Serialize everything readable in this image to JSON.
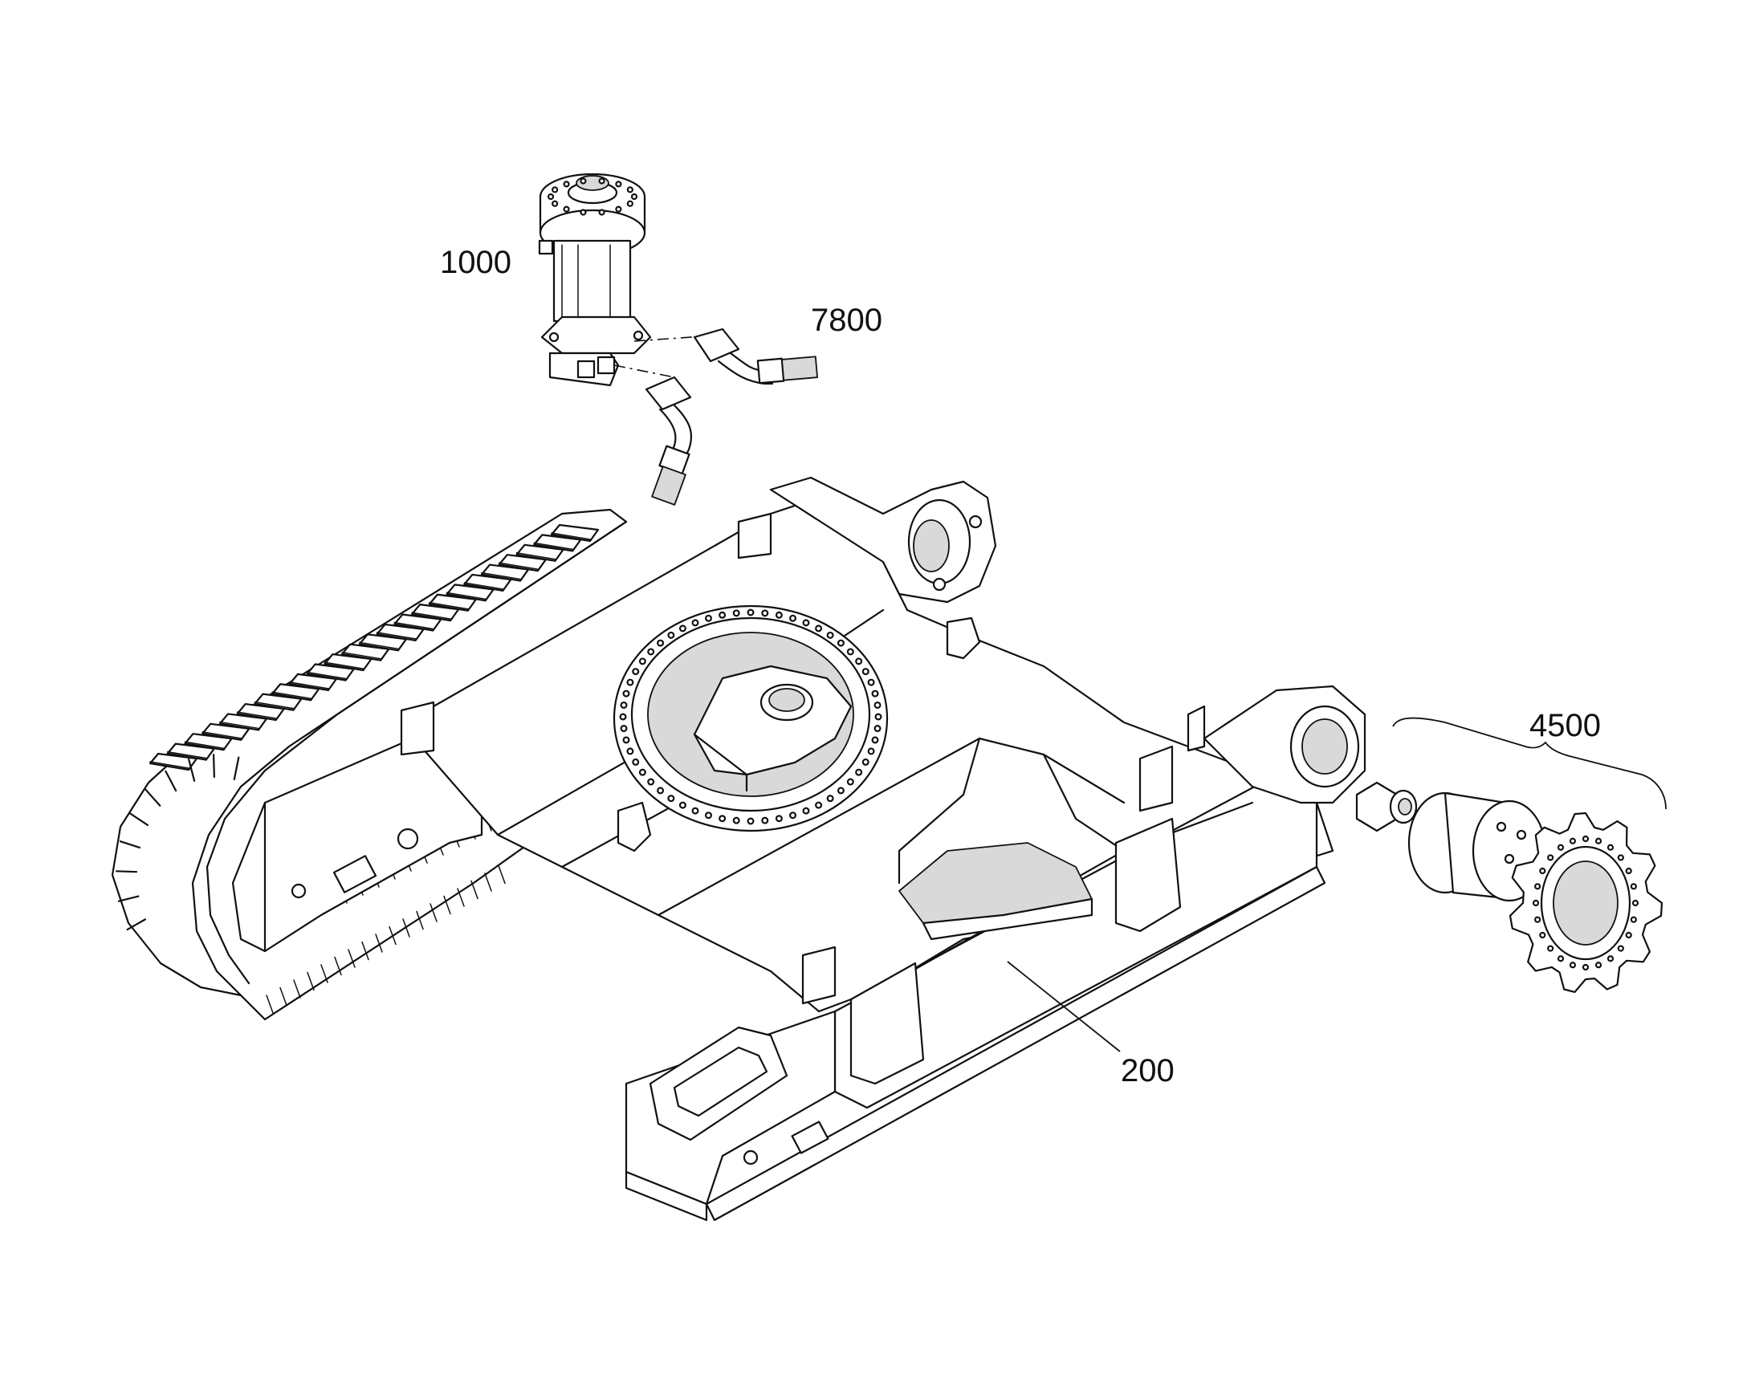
{
  "diagram": {
    "callouts": [
      {
        "id": "swivel-joint",
        "label": "1000"
      },
      {
        "id": "hoses",
        "label": "7800"
      },
      {
        "id": "travel-drive-group",
        "label": "4500"
      },
      {
        "id": "undercarriage-frame",
        "label": "200"
      }
    ]
  }
}
